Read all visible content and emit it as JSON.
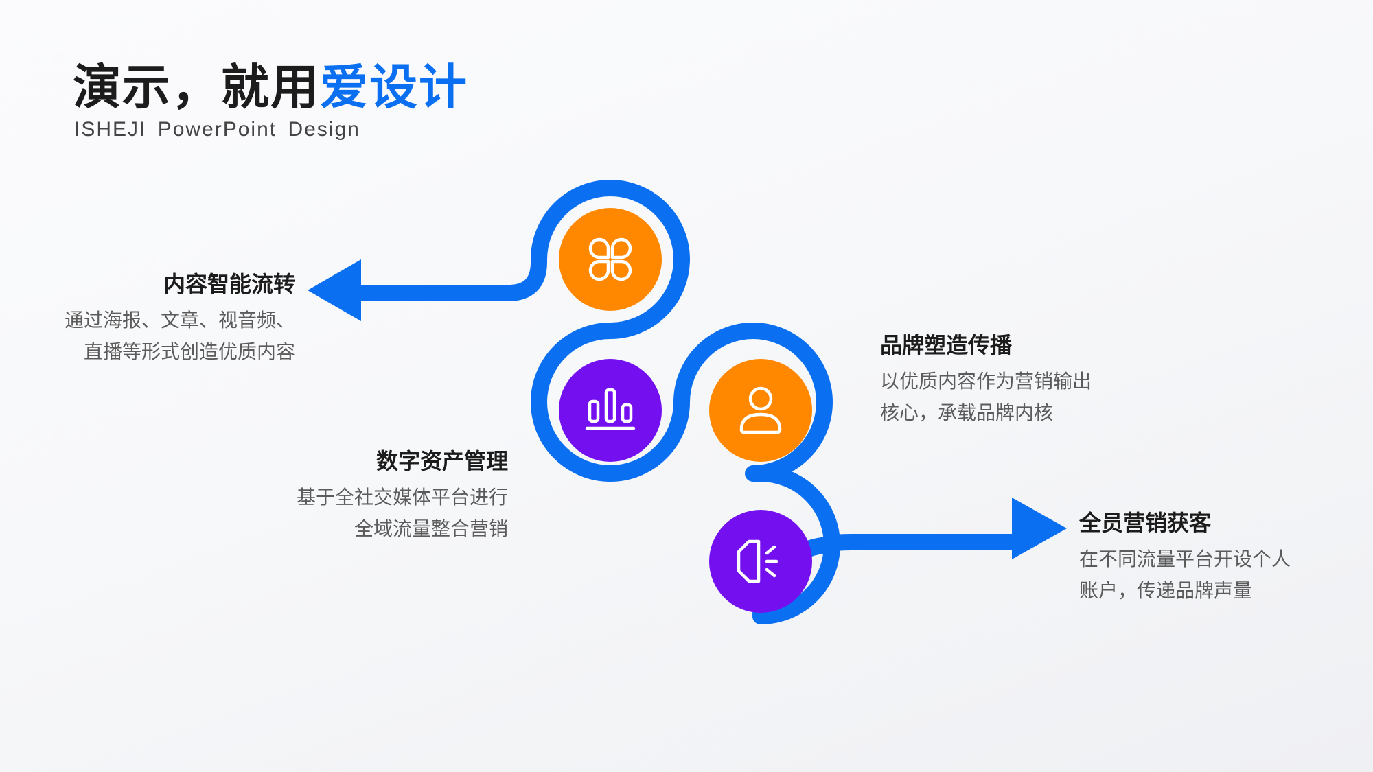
{
  "header": {
    "title_main": "演示，就用",
    "title_accent": "爱设计",
    "subtitle": "ISHEJI PowerPoint Design"
  },
  "colors": {
    "path_blue": "#0a6ff0",
    "orange": "#ff8800",
    "purple": "#7410f0",
    "title_accent": "#0a6ff0"
  },
  "steps": [
    {
      "heading": "内容智能流转",
      "desc_lines": [
        "通过海报、文章、视音频、",
        "直播等形式创造优质内容"
      ],
      "icon": "grid-flower-icon",
      "color": "orange"
    },
    {
      "heading": "数字资产管理",
      "desc_lines": [
        "基于全社交媒体平台进行",
        "全域流量整合营销"
      ],
      "icon": "bar-chart-icon",
      "color": "purple"
    },
    {
      "heading": "品牌塑造传播",
      "desc_lines": [
        "以优质内容作为营销输出",
        "核心，承载品牌内核"
      ],
      "icon": "user-icon",
      "color": "orange"
    },
    {
      "heading": "全员营销获客",
      "desc_lines": [
        "在不同流量平台开设个人",
        "账户，传递品牌声量"
      ],
      "icon": "speaker-icon",
      "color": "purple"
    }
  ]
}
